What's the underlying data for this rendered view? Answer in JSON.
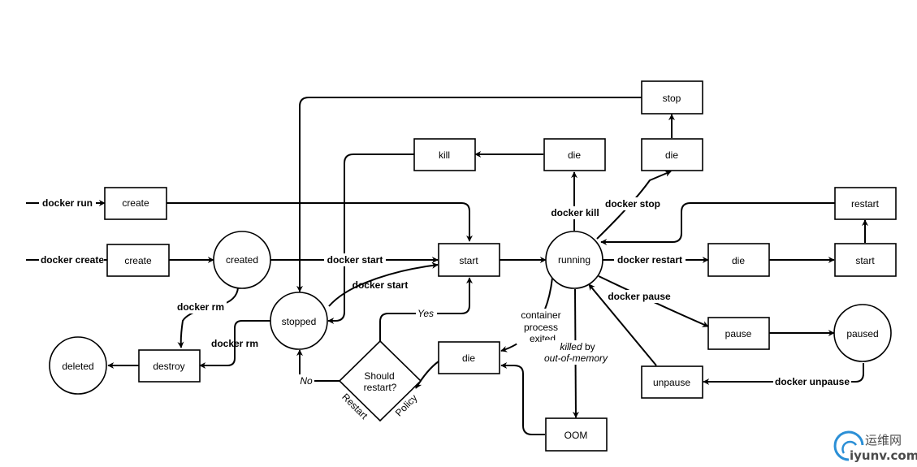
{
  "nodes": {
    "create_run": "create",
    "create_create": "create",
    "created": "created",
    "start_main": "start",
    "running": "running",
    "kill": "kill",
    "die_kill": "die",
    "die_stop": "die",
    "stop": "stop",
    "restart": "restart",
    "die_restart": "die",
    "start_restart": "start",
    "pause": "pause",
    "paused": "paused",
    "unpause": "unpause",
    "stopped": "stopped",
    "destroy": "destroy",
    "deleted": "deleted",
    "die_exit": "die",
    "oom": "OOM",
    "decision_line1": "Should",
    "decision_line2": "restart?"
  },
  "labels": {
    "docker_run": "docker run",
    "docker_create": "docker create",
    "docker_start_top": "docker start",
    "docker_start_stopped": "docker start",
    "docker_rm_created": "docker rm",
    "docker_rm_stopped": "docker rm",
    "docker_kill": "docker kill",
    "docker_stop": "docker stop",
    "docker_restart": "docker restart",
    "docker_pause": "docker pause",
    "docker_unpause": "docker unpause",
    "container_exit_1": "container",
    "container_exit_2": "process",
    "container_exit_3": "exited",
    "oom_killed": "killed",
    "oom_by": " by",
    "oom_line2": "out-of-memory",
    "yes": "Yes",
    "no": "No",
    "restart_policy_1": "Restart",
    "restart_policy_2": "Policy"
  },
  "watermark": {
    "cn": "运维网",
    "url": "iyunv.com"
  },
  "colors": {
    "created": "#a4c2f4",
    "running": "#b6d7a8",
    "stopped": "#e6b8af",
    "paused": "#fce5cd",
    "deleted": "#b7b7b7",
    "watermark_blue": "#2b8fd6"
  }
}
